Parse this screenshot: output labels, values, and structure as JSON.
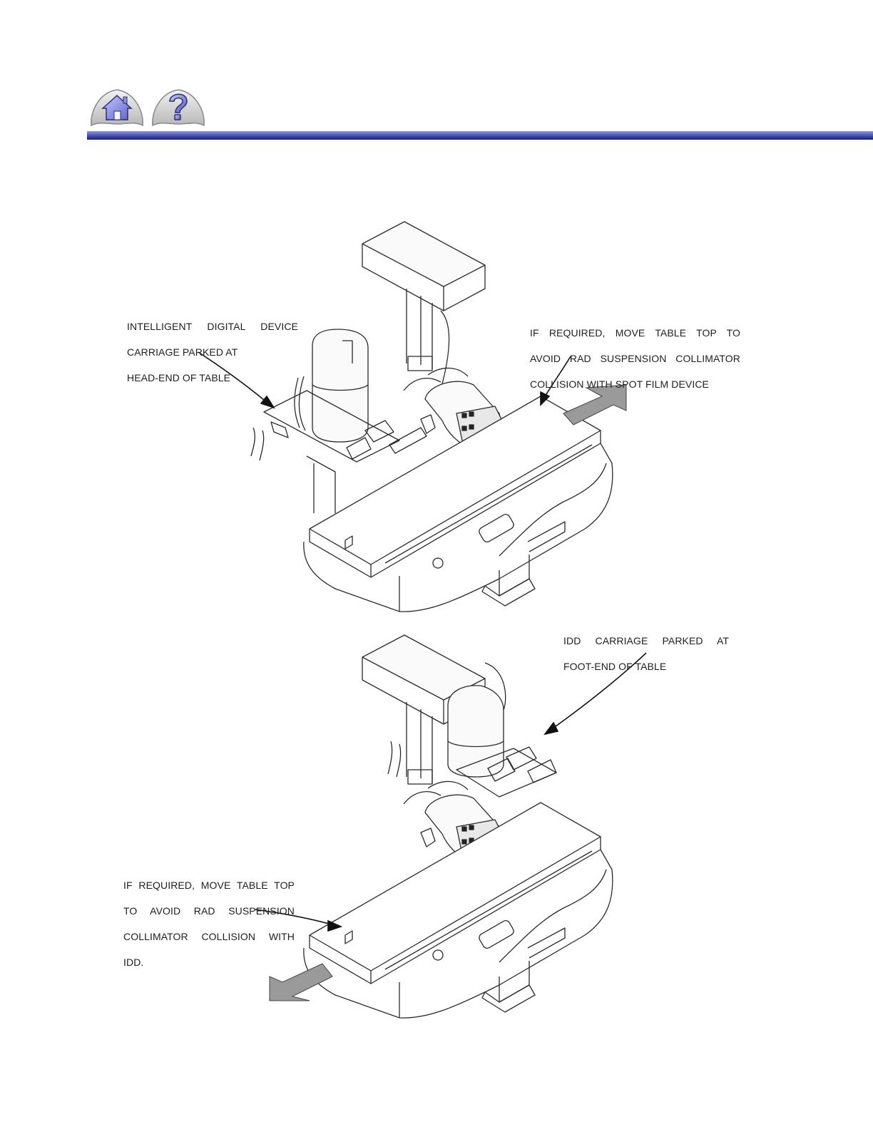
{
  "nav": {
    "home_icon": "home-icon",
    "help_icon": "question-mark-icon",
    "accent_color": "#5d66c9"
  },
  "callouts": {
    "top_left": {
      "line1": "INTELLIGENT DIGITAL DEVICE",
      "line2": "CARRIAGE PARKED AT",
      "line3": "HEAD-END OF TABLE"
    },
    "top_right": {
      "line1": "IF REQUIRED, MOVE TABLE TOP TO",
      "line2": "AVOID RAD SUSPENSION COLLIMATOR",
      "line3": "COLLISION WITH SPOT FILM DEVICE"
    },
    "middle_right": {
      "line1": "IDD CARRIAGE PARKED AT",
      "line2": "FOOT-END OF TABLE"
    },
    "bottom_left": {
      "line1": "IF REQUIRED, MOVE TABLE TOP",
      "line2": "TO AVOID RAD SUSPENSION",
      "line3": "COLLIMATOR COLLISION WITH",
      "line4": "IDD."
    }
  }
}
